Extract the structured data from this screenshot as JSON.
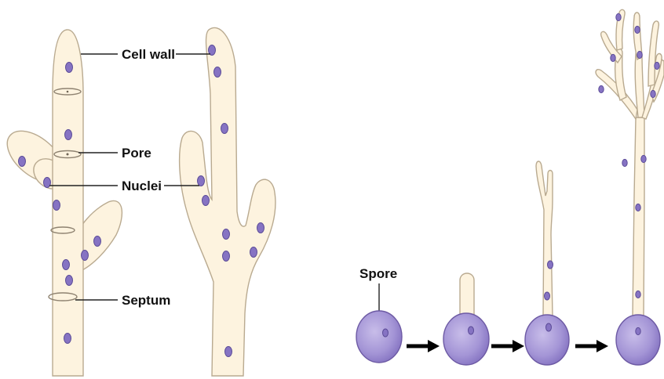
{
  "labels": {
    "cell_wall": "Cell wall",
    "pore": "Pore",
    "nuclei": "Nuclei",
    "septum": "Septum",
    "spore": "Spore"
  },
  "colors": {
    "hypha_fill": "#fdf3df",
    "hypha_outline": "#b9aa90",
    "nucleus": "#8673c3",
    "spore": "#a495d6",
    "arrow": "#000000"
  }
}
